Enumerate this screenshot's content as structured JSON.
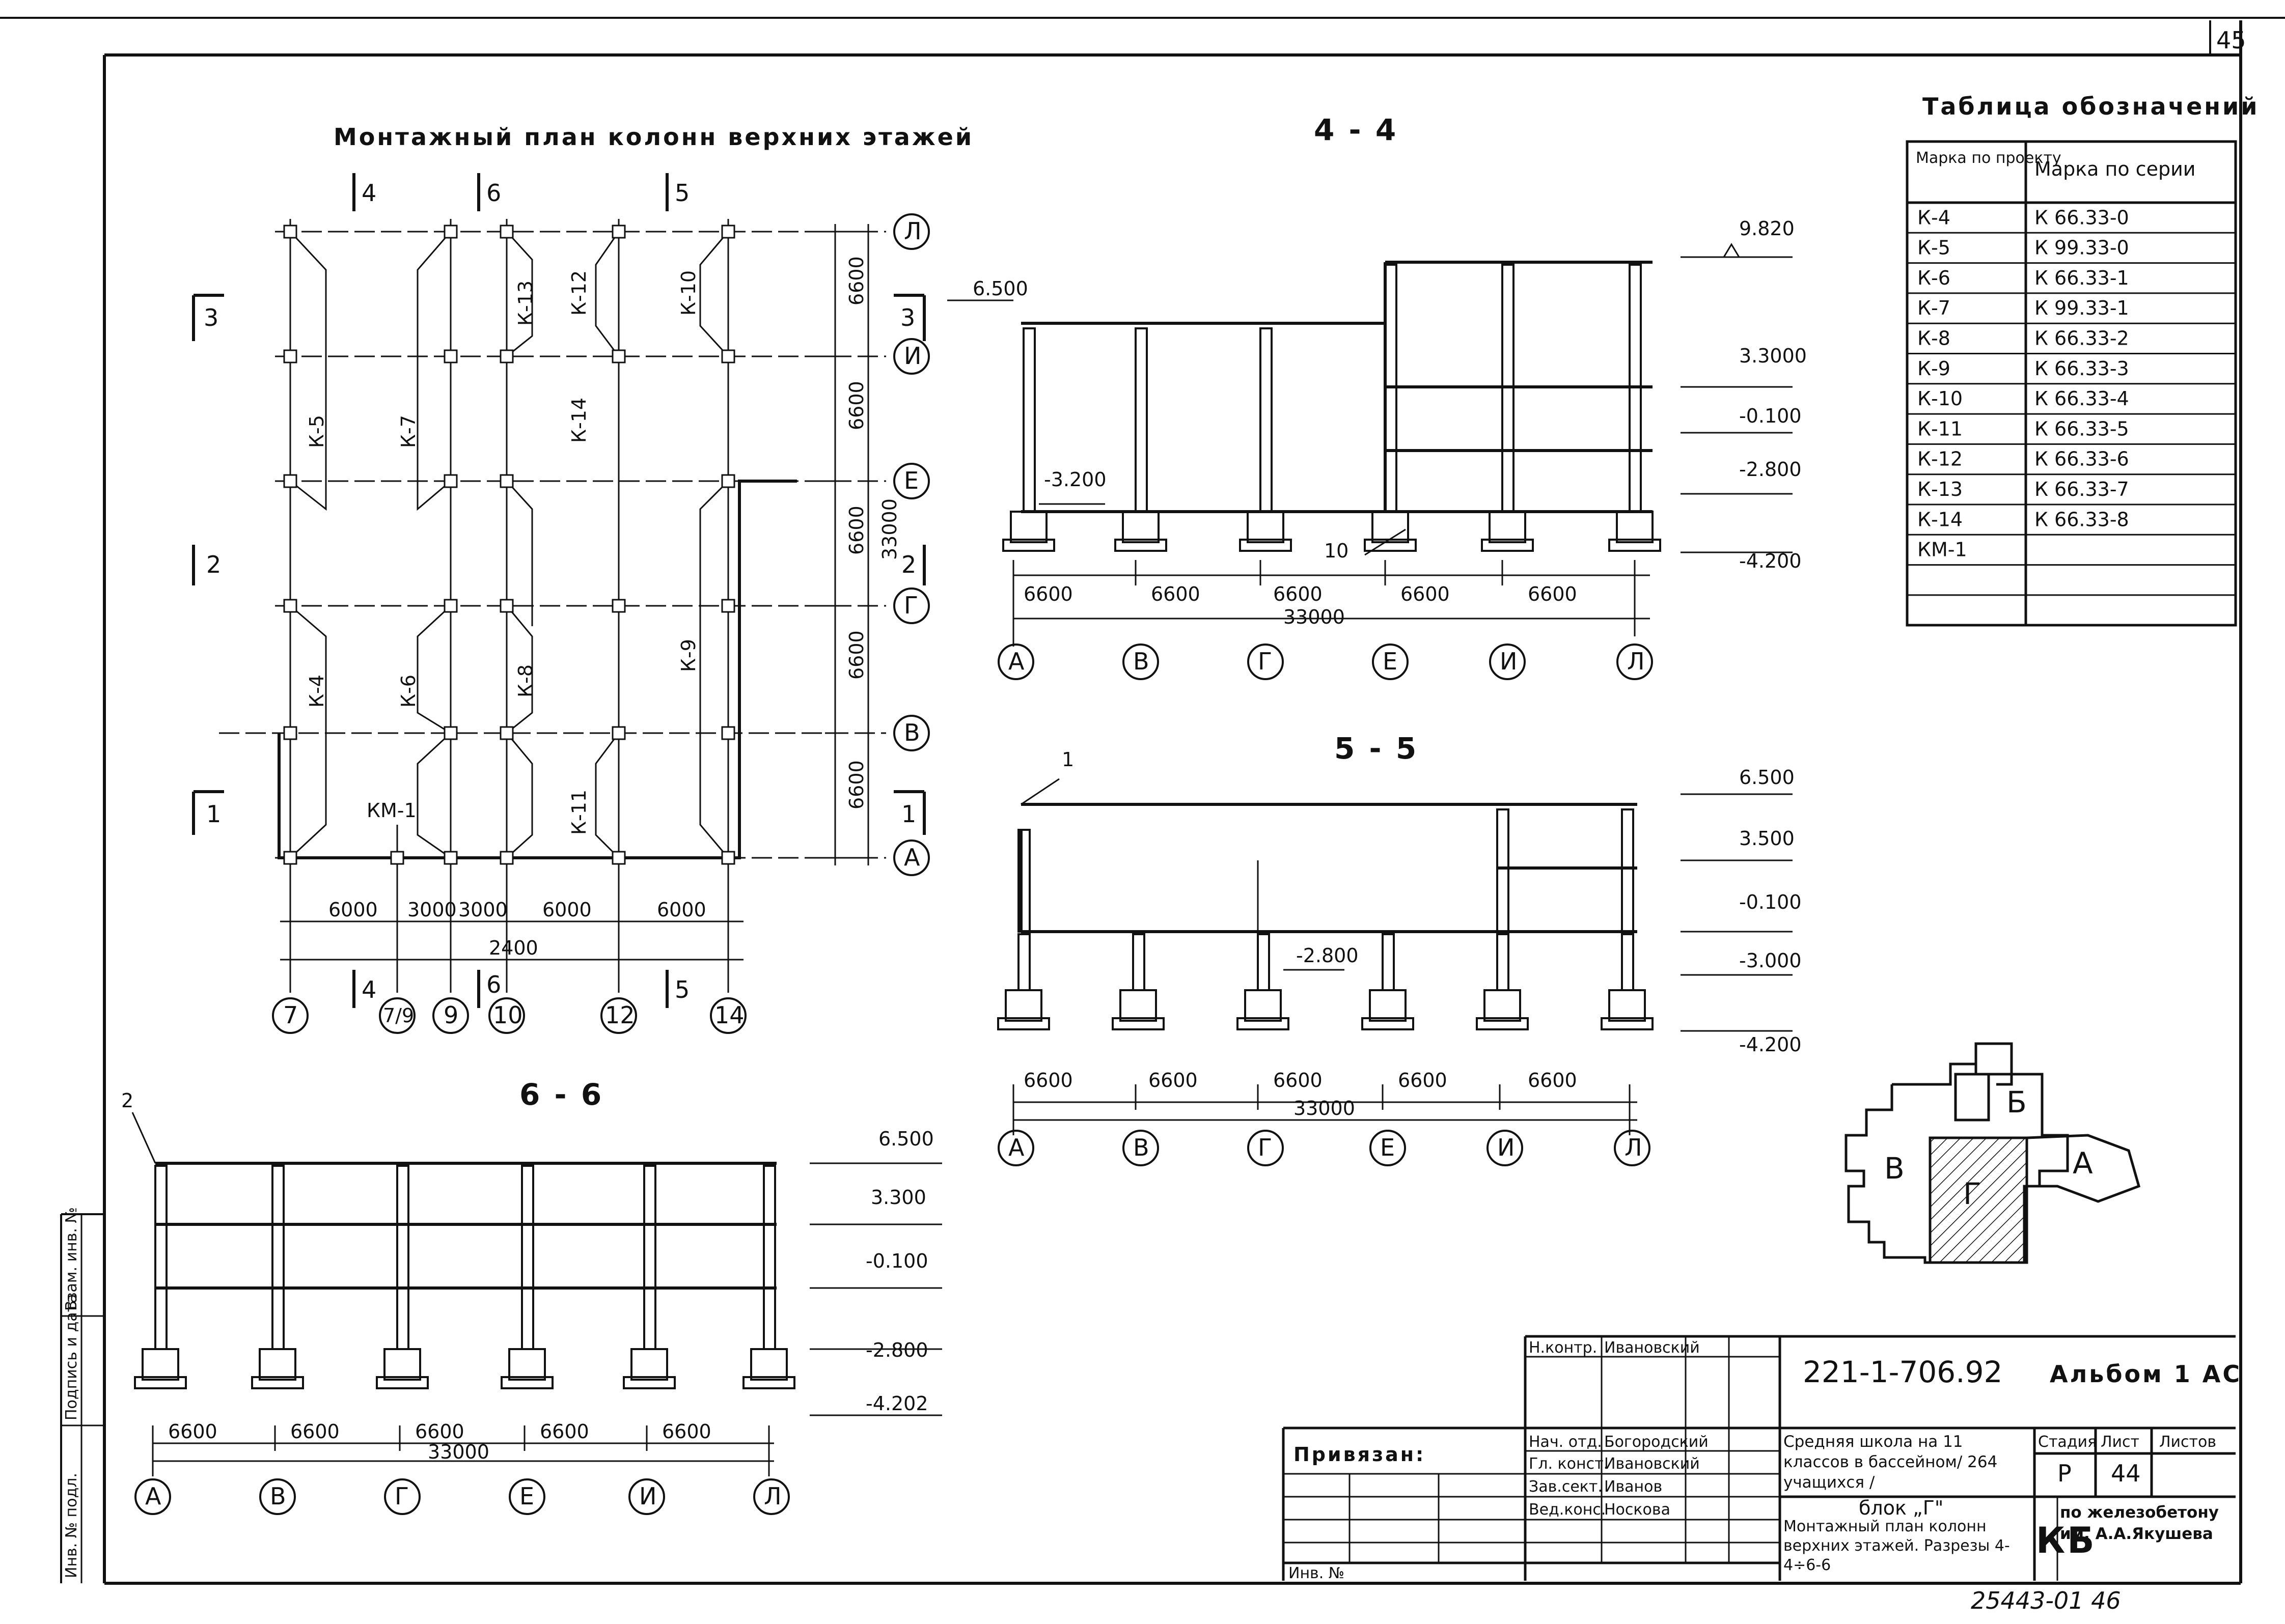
{
  "sheet_number": "45",
  "plan": {
    "title": "Монтажный план колонн верхних этажей",
    "row_axes": [
      "Л",
      "И",
      "Е",
      "Г",
      "В",
      "А"
    ],
    "col_axes": [
      "7",
      "9",
      "10",
      "12",
      "14"
    ],
    "col_axis_extra": "7/9",
    "row_dims": [
      "6600",
      "6600",
      "6600",
      "6600",
      "6600"
    ],
    "total_dim": "33000",
    "col_dims": [
      "6000",
      "3000",
      "3000",
      "6000",
      "6000"
    ],
    "col_total": "2400",
    "columns": [
      "К-5",
      "К-7",
      "К-13",
      "К-12",
      "К-10",
      "К-14",
      "К-4",
      "К-6",
      "К-8",
      "К-9",
      "К-11",
      "КМ-1"
    ],
    "section_marks": [
      "4",
      "6",
      "5",
      "3",
      "2",
      "1"
    ]
  },
  "sec44": {
    "title": "4 - 4",
    "axes": [
      "А",
      "В",
      "Г",
      "Е",
      "И",
      "Л"
    ],
    "spans": [
      "6600",
      "6600",
      "6600",
      "6600",
      "6600"
    ],
    "total": "33000",
    "levels": [
      "9.820",
      "3.3000",
      "-0.100",
      "-2.800",
      "-4.200"
    ],
    "left_level": "6.500",
    "inner_level": "-3.200",
    "callout": "10"
  },
  "sec55": {
    "title": "5 - 5",
    "axes": [
      "А",
      "В",
      "Г",
      "Е",
      "И",
      "Л"
    ],
    "spans": [
      "6600",
      "6600",
      "6600",
      "6600",
      "6600"
    ],
    "total": "33000",
    "levels": [
      "6.500",
      "3.500",
      "-0.100",
      "-3.000",
      "-4.200"
    ],
    "inner_level": "-2.800",
    "callout": "1"
  },
  "sec66": {
    "title": "6 - 6",
    "axes": [
      "А",
      "В",
      "Г",
      "Е",
      "И",
      "Л"
    ],
    "spans": [
      "6600",
      "6600",
      "6600",
      "6600",
      "6600"
    ],
    "total": "33000",
    "levels": [
      "6.500",
      "3.300",
      "-0.100",
      "-2.800",
      "-4.202"
    ],
    "callout": "2"
  },
  "legend": {
    "title": "Таблица обозначений",
    "col1": "Марка по проекту",
    "col2": "Марка по серии",
    "rows": [
      [
        "К-4",
        "К 66.33-0"
      ],
      [
        "К-5",
        "К 99.33-0"
      ],
      [
        "К-6",
        "К 66.33-1"
      ],
      [
        "К-7",
        "К 99.33-1"
      ],
      [
        "К-8",
        "К 66.33-2"
      ],
      [
        "К-9",
        "К 66.33-3"
      ],
      [
        "К-10",
        "К 66.33-4"
      ],
      [
        "К-11",
        "К 66.33-5"
      ],
      [
        "К-12",
        "К 66.33-6"
      ],
      [
        "К-13",
        "К 66.33-7"
      ],
      [
        "К-14",
        "К 66.33-8"
      ],
      [
        "КМ-1",
        ""
      ],
      [
        "",
        ""
      ],
      [
        "",
        ""
      ]
    ]
  },
  "keyplan": {
    "blocks": [
      "Б",
      "В",
      "Г",
      "А"
    ]
  },
  "side_stamp": [
    "Инв. № подл.",
    "Подпись и дата",
    "Взам. инв. №"
  ],
  "titleblock": {
    "doc_code": "221-1-706.92",
    "album": "Альбом 1 АС",
    "privyazan": "Привязан:",
    "inv": "Инв. №",
    "roles": [
      [
        "Н.контр.",
        "Ивановский"
      ],
      [
        "Нач. отд.",
        "Богородский"
      ],
      [
        "Гл. конст.",
        "Ивановский"
      ],
      [
        "Зав.сект.",
        "Иванов"
      ],
      [
        "Вед.конс.",
        "Носкова"
      ]
    ],
    "project": "Средняя школа на 11 классов в бассейном/ 264 учащихся /",
    "block": "блок „Г\"",
    "sheet_title": "Монтажный план колонн верхних этажей. Разрезы 4-4÷6-6",
    "stage_h": "Стадия",
    "sheet_h": "Лист",
    "sheets_h": "Листов",
    "stage": "Р",
    "sheet": "44",
    "org_abbr": "КБ",
    "org": "по железобетону им. А.А.Якушева",
    "archive": "25443-01  46"
  }
}
